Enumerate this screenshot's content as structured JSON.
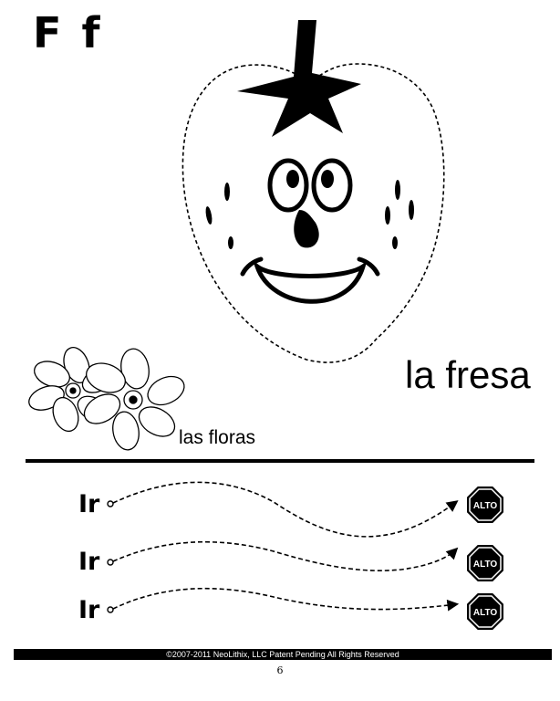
{
  "header": {
    "letter": "F f"
  },
  "main_word": "la fresa",
  "secondary_word": "las floras",
  "tracing": {
    "rows": [
      {
        "start_label": "Ir",
        "end_label": "ALTO"
      },
      {
        "start_label": "Ir",
        "end_label": "ALTO"
      },
      {
        "start_label": "Ir",
        "end_label": "ALTO"
      }
    ]
  },
  "footer": {
    "copyright": "©2007-2011  NeoLithix, LLC  Patent Pending  All Rights Reserved",
    "page_number": "6"
  }
}
